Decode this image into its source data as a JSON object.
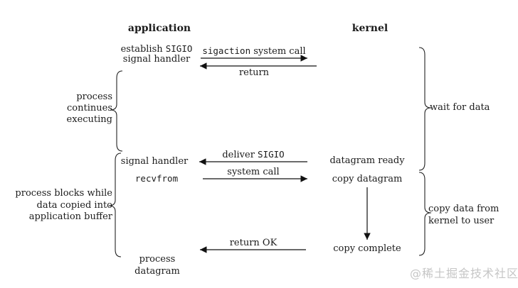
{
  "headers": {
    "application": "application",
    "kernel": "kernel"
  },
  "application_column": {
    "establish_prefix": "establish ",
    "establish_code": "SIGIO",
    "establish_line2": "signal handler",
    "signal_handler": "signal handler",
    "recvfrom_code": "recvfrom",
    "process_line1": "process",
    "process_line2": "datagram"
  },
  "kernel_column": {
    "datagram_ready": "datagram ready",
    "copy_datagram": "copy datagram",
    "copy_complete": "copy complete"
  },
  "arrow_labels": {
    "sigaction_code": "sigaction",
    "sigaction_rest": " system call",
    "return_label": "return",
    "deliver_prefix": "deliver ",
    "deliver_code": "SIGIO",
    "system_call": "system call",
    "return_ok": "return OK"
  },
  "side_notes": {
    "left_top": [
      "process",
      "continues",
      "executing"
    ],
    "left_bottom": [
      "process blocks while",
      "data copied into",
      "application buffer"
    ],
    "right_top": "wait for data",
    "right_bottom": [
      "copy data from",
      "kernel to user"
    ]
  },
  "watermark": "@稀土掘金技术社区",
  "colors": {
    "ink": "#1b1b1b",
    "watermark": "#c6c6c6",
    "background": "#ffffff"
  }
}
